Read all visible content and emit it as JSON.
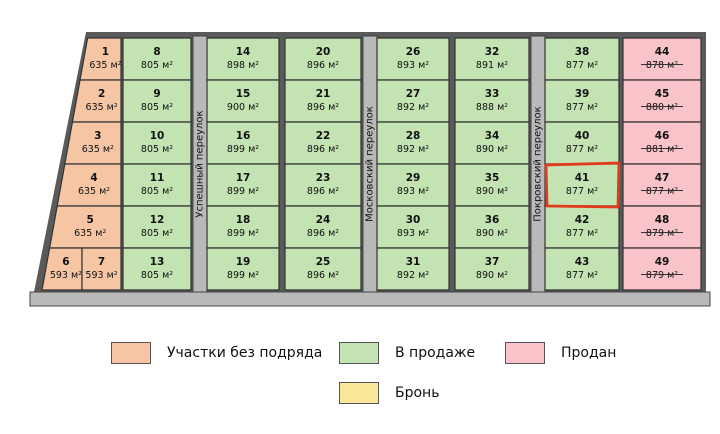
{
  "colors": {
    "no_contract": "#f6c6a4",
    "for_sale": "#c3e3b3",
    "sold": "#f8c3c9",
    "reserved": "#fbe79a",
    "road": "#b9b9b9",
    "highlight": "#e23b1a"
  },
  "unit": "м²",
  "lanes": [
    {
      "id": "lane-uspeshny",
      "label": "Успешный переулок"
    },
    {
      "id": "lane-moskovsky",
      "label": "Московский переулок"
    },
    {
      "id": "lane-pokrovsky",
      "label": "Покровский переулок"
    }
  ],
  "plots": [
    {
      "num": "1",
      "area": "635 м²",
      "status": "no_contract"
    },
    {
      "num": "2",
      "area": "635 м²",
      "status": "no_contract"
    },
    {
      "num": "3",
      "area": "635 м²",
      "status": "no_contract"
    },
    {
      "num": "4",
      "area": "635 м²",
      "status": "no_contract"
    },
    {
      "num": "5",
      "area": "635 м²",
      "status": "no_contract"
    },
    {
      "num": "6",
      "area": "593 м²",
      "status": "no_contract"
    },
    {
      "num": "7",
      "area": "593 м²",
      "status": "no_contract"
    },
    {
      "num": "8",
      "area": "805 м²",
      "status": "for_sale"
    },
    {
      "num": "9",
      "area": "805 м²",
      "status": "for_sale"
    },
    {
      "num": "10",
      "area": "805 м²",
      "status": "for_sale"
    },
    {
      "num": "11",
      "area": "805 м²",
      "status": "for_sale"
    },
    {
      "num": "12",
      "area": "805 м²",
      "status": "for_sale"
    },
    {
      "num": "13",
      "area": "805 м²",
      "status": "for_sale"
    },
    {
      "num": "14",
      "area": "898 м²",
      "status": "for_sale"
    },
    {
      "num": "15",
      "area": "900 м²",
      "status": "for_sale"
    },
    {
      "num": "16",
      "area": "899 м²",
      "status": "for_sale"
    },
    {
      "num": "17",
      "area": "899 м²",
      "status": "for_sale"
    },
    {
      "num": "18",
      "area": "899 м²",
      "status": "for_sale"
    },
    {
      "num": "19",
      "area": "899 м²",
      "status": "for_sale"
    },
    {
      "num": "20",
      "area": "896 м²",
      "status": "for_sale"
    },
    {
      "num": "21",
      "area": "896 м²",
      "status": "for_sale"
    },
    {
      "num": "22",
      "area": "896 м²",
      "status": "for_sale"
    },
    {
      "num": "23",
      "area": "896 м²",
      "status": "for_sale"
    },
    {
      "num": "24",
      "area": "896 м²",
      "status": "for_sale"
    },
    {
      "num": "25",
      "area": "896 м²",
      "status": "for_sale"
    },
    {
      "num": "26",
      "area": "893 м²",
      "status": "for_sale"
    },
    {
      "num": "27",
      "area": "892 м²",
      "status": "for_sale"
    },
    {
      "num": "28",
      "area": "892 м²",
      "status": "for_sale"
    },
    {
      "num": "29",
      "area": "893 м²",
      "status": "for_sale"
    },
    {
      "num": "30",
      "area": "893 м²",
      "status": "for_sale"
    },
    {
      "num": "31",
      "area": "892 м²",
      "status": "for_sale"
    },
    {
      "num": "32",
      "area": "891 м²",
      "status": "for_sale"
    },
    {
      "num": "33",
      "area": "888 м²",
      "status": "for_sale"
    },
    {
      "num": "34",
      "area": "890 м²",
      "status": "for_sale"
    },
    {
      "num": "35",
      "area": "890 м²",
      "status": "for_sale"
    },
    {
      "num": "36",
      "area": "890 м²",
      "status": "for_sale"
    },
    {
      "num": "37",
      "area": "890 м²",
      "status": "for_sale"
    },
    {
      "num": "38",
      "area": "877 м²",
      "status": "for_sale"
    },
    {
      "num": "39",
      "area": "877 м²",
      "status": "for_sale"
    },
    {
      "num": "40",
      "area": "877 м²",
      "status": "for_sale"
    },
    {
      "num": "41",
      "area": "877 м²",
      "status": "for_sale",
      "highlighted": true
    },
    {
      "num": "42",
      "area": "877 м²",
      "status": "for_sale"
    },
    {
      "num": "43",
      "area": "877 м²",
      "status": "for_sale"
    },
    {
      "num": "44",
      "area": "878 м²",
      "status": "sold"
    },
    {
      "num": "45",
      "area": "880 м²",
      "status": "sold"
    },
    {
      "num": "46",
      "area": "881 м²",
      "status": "sold"
    },
    {
      "num": "47",
      "area": "877 м²",
      "status": "sold"
    },
    {
      "num": "48",
      "area": "879 м²",
      "status": "sold"
    },
    {
      "num": "49",
      "area": "879 м²",
      "status": "sold"
    }
  ],
  "legend": {
    "no_contract": "Участки без подряда",
    "for_sale": "В продаже",
    "sold": "Продан",
    "reserved": "Бронь"
  }
}
